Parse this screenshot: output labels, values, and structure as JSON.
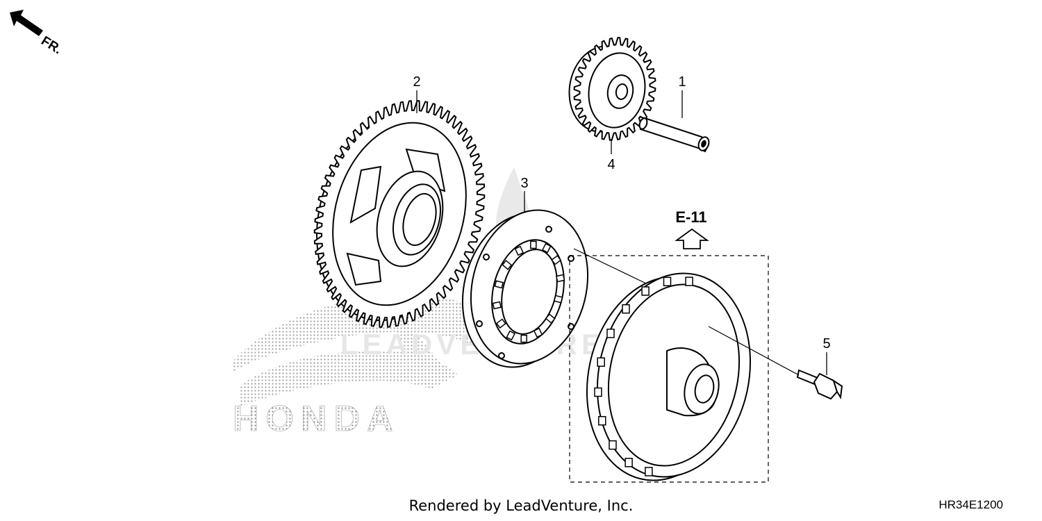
{
  "diagram": {
    "direction_label": "FR.",
    "reference_label": "E-11",
    "callouts": [
      {
        "id": "part-1",
        "label": "1"
      },
      {
        "id": "part-2",
        "label": "2"
      },
      {
        "id": "part-3",
        "label": "3"
      },
      {
        "id": "part-4",
        "label": "4"
      },
      {
        "id": "part-5",
        "label": "5"
      }
    ],
    "logo_text": "HONDA",
    "watermark_text": "LEADVENTURE"
  },
  "footer": {
    "credit": "Rendered by LeadVenture, Inc.",
    "diagram_code": "HR34E1200"
  },
  "colors": {
    "line": "#000000",
    "stipple": "#9a9a9a",
    "watermark": "#e6e6e6",
    "background": "#ffffff"
  }
}
